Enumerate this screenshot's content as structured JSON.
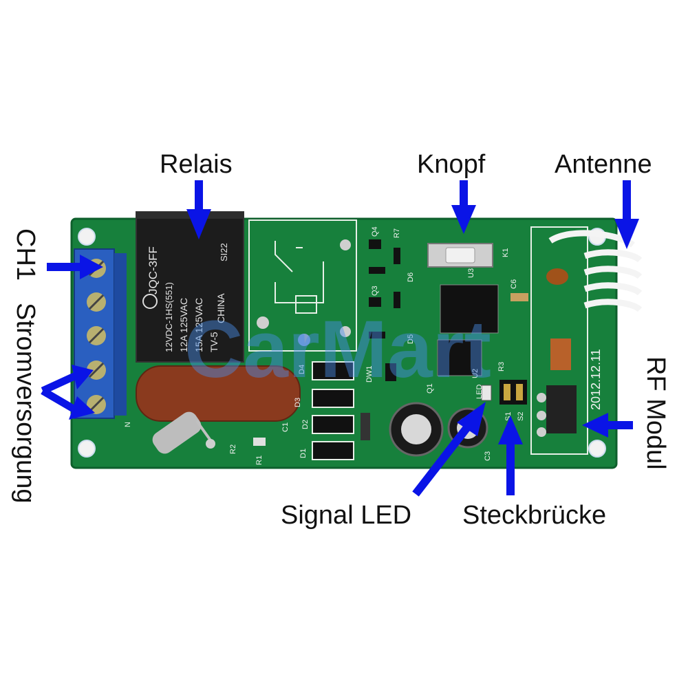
{
  "labels": {
    "relais": "Relais",
    "knopf": "Knopf",
    "antenne": "Antenne",
    "ch1": "CH1",
    "stromversorgung": "Stromversorgung",
    "rf_modul": "RF Modul",
    "signal_led": "Signal LED",
    "steckbruecke": "Steckbrücke"
  },
  "relay_text": {
    "model": "JQC-3FF",
    "line1": "12VDC-1HS(551)",
    "line2": "12A 125VAC",
    "line3": "15A 125VAC",
    "line4": "TV-5",
    "line5": "CHINA",
    "cert": "SI22"
  },
  "pcb_text": {
    "date": "2012.12.11",
    "led": "LED",
    "s1": "S1",
    "s2": "S2",
    "d1": "D1",
    "d2": "D2",
    "d3": "D3",
    "d4": "D4",
    "c1": "C1",
    "c3": "C3",
    "r1": "R1",
    "r2": "R2",
    "r3": "R3",
    "q1": "Q1",
    "q3": "Q3",
    "q4": "Q4",
    "u2": "U2",
    "u3": "U3",
    "dw1": "DW1",
    "k1": "K1",
    "c6": "C6",
    "r7": "R7",
    "d5": "D5",
    "d6": "D6",
    "n_mark": "N"
  },
  "watermark": "CarMart",
  "colors": {
    "arrow": "#0a14e6",
    "pcb": "#17803c",
    "pcb_dark": "#0e5f2c",
    "terminal": "#2a5fc0",
    "relay": "#1c1c1c",
    "capacitor": "#8a3a1e"
  }
}
